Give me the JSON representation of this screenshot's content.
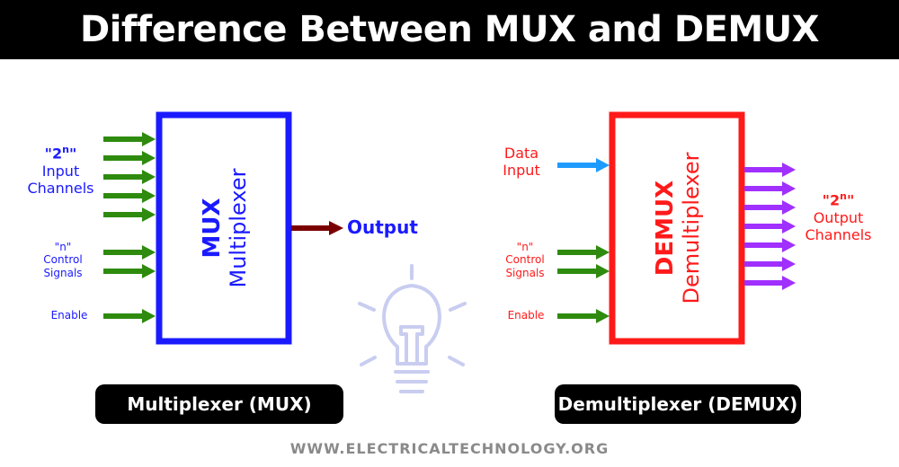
{
  "title": "Difference Between MUX and DEMUX",
  "mux": {
    "inputs_label_1": "\"2",
    "inputs_label_sup": "n",
    "inputs_label_2": "\"",
    "inputs_label_3": "Input",
    "inputs_label_4": "Channels",
    "control_label_1": "\"n\"",
    "control_label_2": "Control",
    "control_label_3": "Signals",
    "enable_label": "Enable",
    "box_title": "MUX",
    "box_subtitle": "Multiplexer",
    "output_label": "Output",
    "caption": "Multiplexer (MUX)"
  },
  "demux": {
    "data_label_1": "Data",
    "data_label_2": "Input",
    "control_label_1": "\"n\"",
    "control_label_2": "Control",
    "control_label_3": "Signals",
    "enable_label": "Enable",
    "box_title": "DEMUX",
    "box_subtitle": "Demultiplexer",
    "outputs_label_1": "\"2",
    "outputs_label_sup": "n",
    "outputs_label_2": "\"",
    "outputs_label_3": "Output",
    "outputs_label_4": "Channels",
    "caption": "Demultiplexer (DEMUX)"
  },
  "footer": "WWW.ELECTRICALTECHNOLOGY.ORG",
  "colors": {
    "mux_blue": "#1a1aff",
    "demux_red": "#ff1a1a",
    "arrow_green": "#2e8b0e",
    "output_arrow": "#7a0000",
    "data_arrow": "#1e9bff",
    "output_channels": "#a030ff",
    "bulb": "#c9cdf0"
  },
  "icons": [
    "lightbulb-icon"
  ]
}
